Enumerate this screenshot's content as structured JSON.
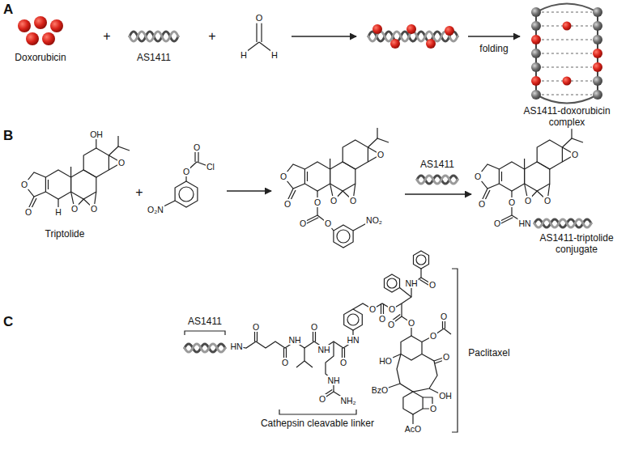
{
  "diagram": {
    "labels": [
      "A",
      "Doxorubicin",
      "+",
      "AS1411",
      "+",
      "O",
      "H",
      "H",
      "folding",
      "AS1411-doxorubicin complex",
      "B",
      "O",
      "O",
      "O",
      "O",
      "O",
      "H",
      "OH",
      "Triptolide",
      "+",
      "O",
      "O",
      "Cl",
      "O₂N",
      "O",
      "O",
      "O",
      "O",
      "O",
      "O",
      "O",
      "O",
      "NO₂",
      "AS1411",
      "O",
      "O",
      "O",
      "O",
      "O",
      "O",
      "O",
      "HN",
      "AS1411-triptolide conjugate",
      "C",
      "AS1411",
      "HN",
      "O",
      "O",
      "NH",
      "O",
      "NH",
      "O",
      "NH",
      "O",
      "NH₂",
      "HN",
      "O",
      "O",
      "O",
      "NH",
      "O",
      "O",
      "O",
      "HO",
      "BzO",
      "AcO",
      "OH",
      "O",
      "O",
      "O",
      "O",
      "Cathepsin cleavable linker",
      "Paclitaxel"
    ]
  }
}
